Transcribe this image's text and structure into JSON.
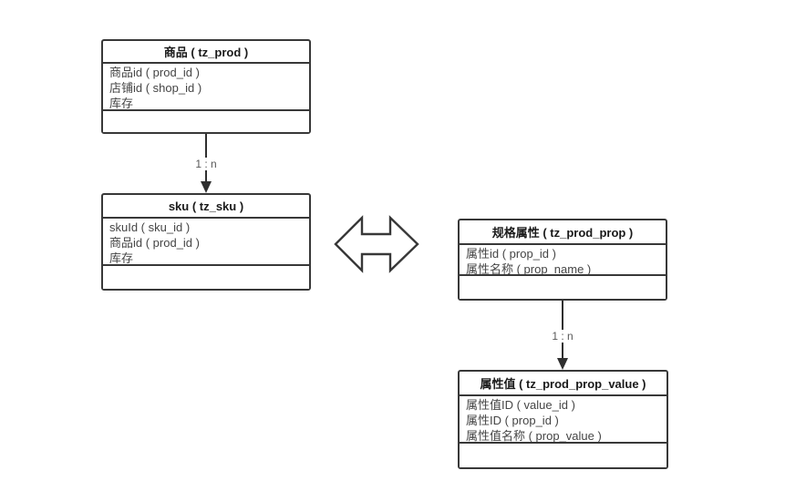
{
  "diagram": {
    "entities": [
      {
        "title": "商品 ( tz_prod )",
        "fields": [
          "商品id ( prod_id )",
          "店铺id ( shop_id )",
          "库存"
        ]
      },
      {
        "title": "sku ( tz_sku )",
        "fields": [
          "skuId ( sku_id )",
          "商品id ( prod_id )",
          "库存"
        ]
      },
      {
        "title": "规格属性 ( tz_prod_prop )",
        "fields": [
          "属性id ( prop_id )",
          "属性名称 ( prop_name )"
        ]
      },
      {
        "title": "属性值 ( tz_prod_prop_value )",
        "fields": [
          "属性值ID ( value_id )",
          "属性ID ( prop_id )",
          "属性值名称 ( prop_value )"
        ]
      }
    ],
    "connectors": [
      {
        "label": "1 : n"
      },
      {
        "label": "1 : n"
      }
    ],
    "icons": {
      "double_arrow": "bidirectional-arrow"
    },
    "colors": {
      "background": "#ffffff",
      "border": "#383838",
      "title_text": "#1a1a1a",
      "field_text": "#454545",
      "label_text": "#595959",
      "connector": "#2f2f2f"
    }
  }
}
